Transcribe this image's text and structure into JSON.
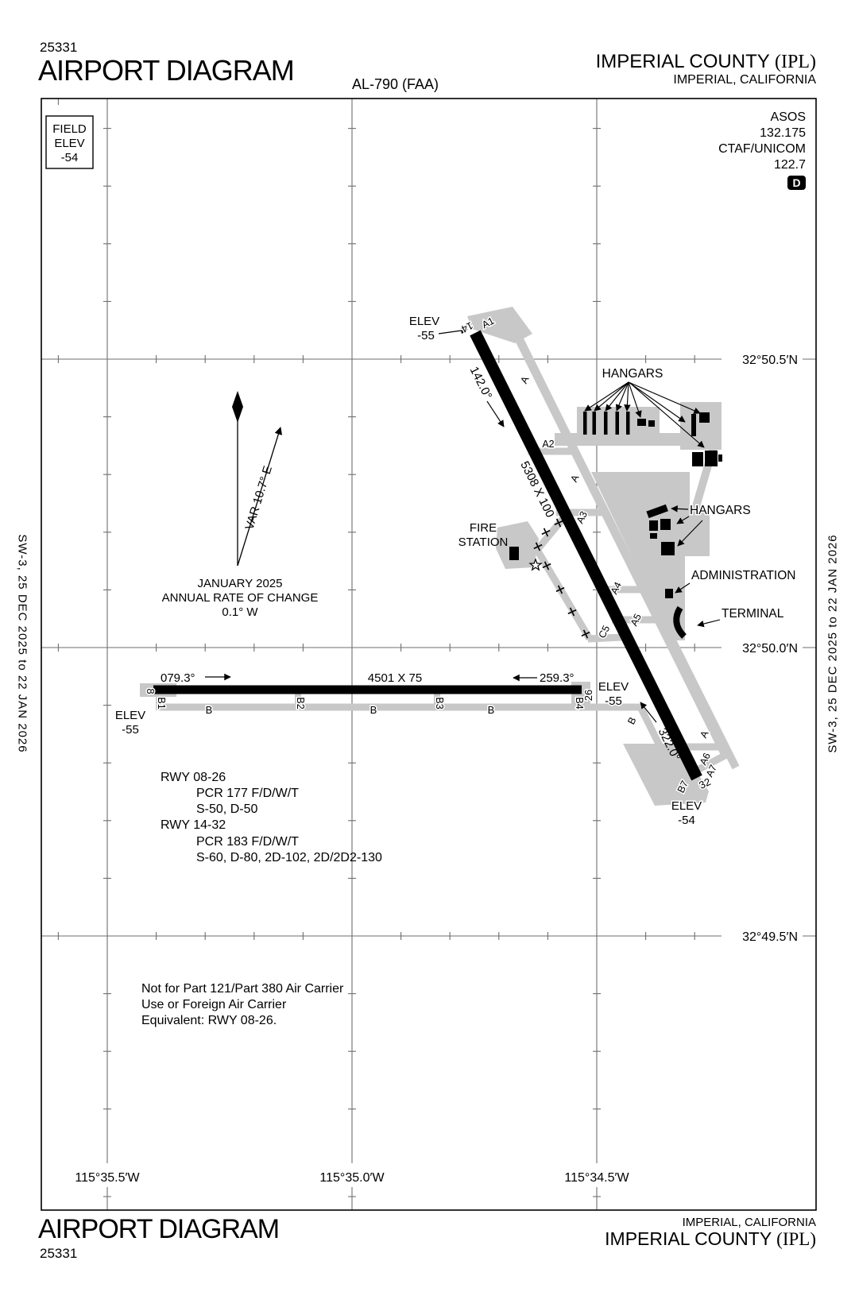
{
  "header": {
    "chart_number": "25331",
    "title": "AIRPORT DIAGRAM",
    "procedure_code": "AL-790 (FAA)",
    "airport_name": "IMPERIAL COUNTY",
    "airport_code": "(IPL)",
    "city_state": "IMPERIAL, CALIFORNIA"
  },
  "footer": {
    "title": "AIRPORT DIAGRAM",
    "chart_number": "25331",
    "airport_name": "IMPERIAL COUNTY",
    "airport_code": "(IPL)",
    "city_state": "IMPERIAL, CALIFORNIA"
  },
  "margin_edition": "SW-3,  25 DEC 2025  to  22 JAN 2026",
  "field_elevation_box": {
    "line1": "FIELD",
    "line2": "ELEV",
    "line3": "-54"
  },
  "radio": {
    "asos_label": "ASOS",
    "asos_freq": "132.175",
    "ctaf_label": "CTAF/UNICOM",
    "ctaf_freq": "122.7",
    "d_symbol": "D"
  },
  "graticule": {
    "lat": [
      "32°50.5′N",
      "32°50.0′N",
      "32°49.5′N"
    ],
    "lon": [
      "115°35.5′W",
      "115°35.0′W",
      "115°34.5′W"
    ]
  },
  "compass": {
    "variation": "VAR 10.7° E",
    "date": "JANUARY 2025",
    "rate_label": "ANNUAL RATE OF CHANGE",
    "rate_value": "0.1° W"
  },
  "runways": {
    "rwy_14_32": {
      "num_14": "14",
      "num_32": "32",
      "heading_14": "142.0°",
      "heading_32": "322.0°",
      "dimensions": "5308 X 100"
    },
    "rwy_08_26": {
      "num_08": "8",
      "num_26": "26",
      "heading_08": "079.3°",
      "heading_26": "259.3°",
      "dimensions": "4501 X 75"
    }
  },
  "elevations": {
    "label": "ELEV",
    "minus55": "-55",
    "minus54": "-54"
  },
  "taxiways": {
    "a": "A",
    "a1": "A1",
    "a2": "A2",
    "a3": "A3",
    "a4": "A4",
    "a5": "A5",
    "a6": "A6",
    "a7": "A7",
    "b": "B",
    "b1": "B1",
    "b2": "B2",
    "b3": "B3",
    "b4": "B4",
    "b7": "B7",
    "c5": "C5"
  },
  "facilities": {
    "hangars": "HANGARS",
    "fire_line1": "FIRE",
    "fire_line2": "STATION",
    "administration": "ADMINISTRATION",
    "terminal": "TERMINAL"
  },
  "runway_data": [
    "RWY 08-26",
    "PCR 177 F/D/W/T",
    "S-50, D-50",
    "RWY 14-32",
    "PCR 183 F/D/W/T",
    "S-60, D-80, 2D-102, 2D/2D2-130"
  ],
  "notes": [
    "Not for Part 121/Part 380 Air Carrier",
    "Use or Foreign Air Carrier",
    "Equivalent: RWY 08-26."
  ],
  "colors": {
    "pavement_gray": "#c8c8c8",
    "ink": "#000000",
    "graticule_gray": "#6e6e6e"
  }
}
